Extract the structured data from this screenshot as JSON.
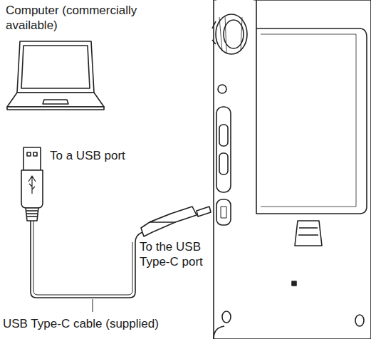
{
  "diagram": {
    "labels": [
      "Computer (commercially available)",
      "To a USB port",
      "To the USB Type-C port",
      "USB Type-C cable (supplied)"
    ]
  }
}
